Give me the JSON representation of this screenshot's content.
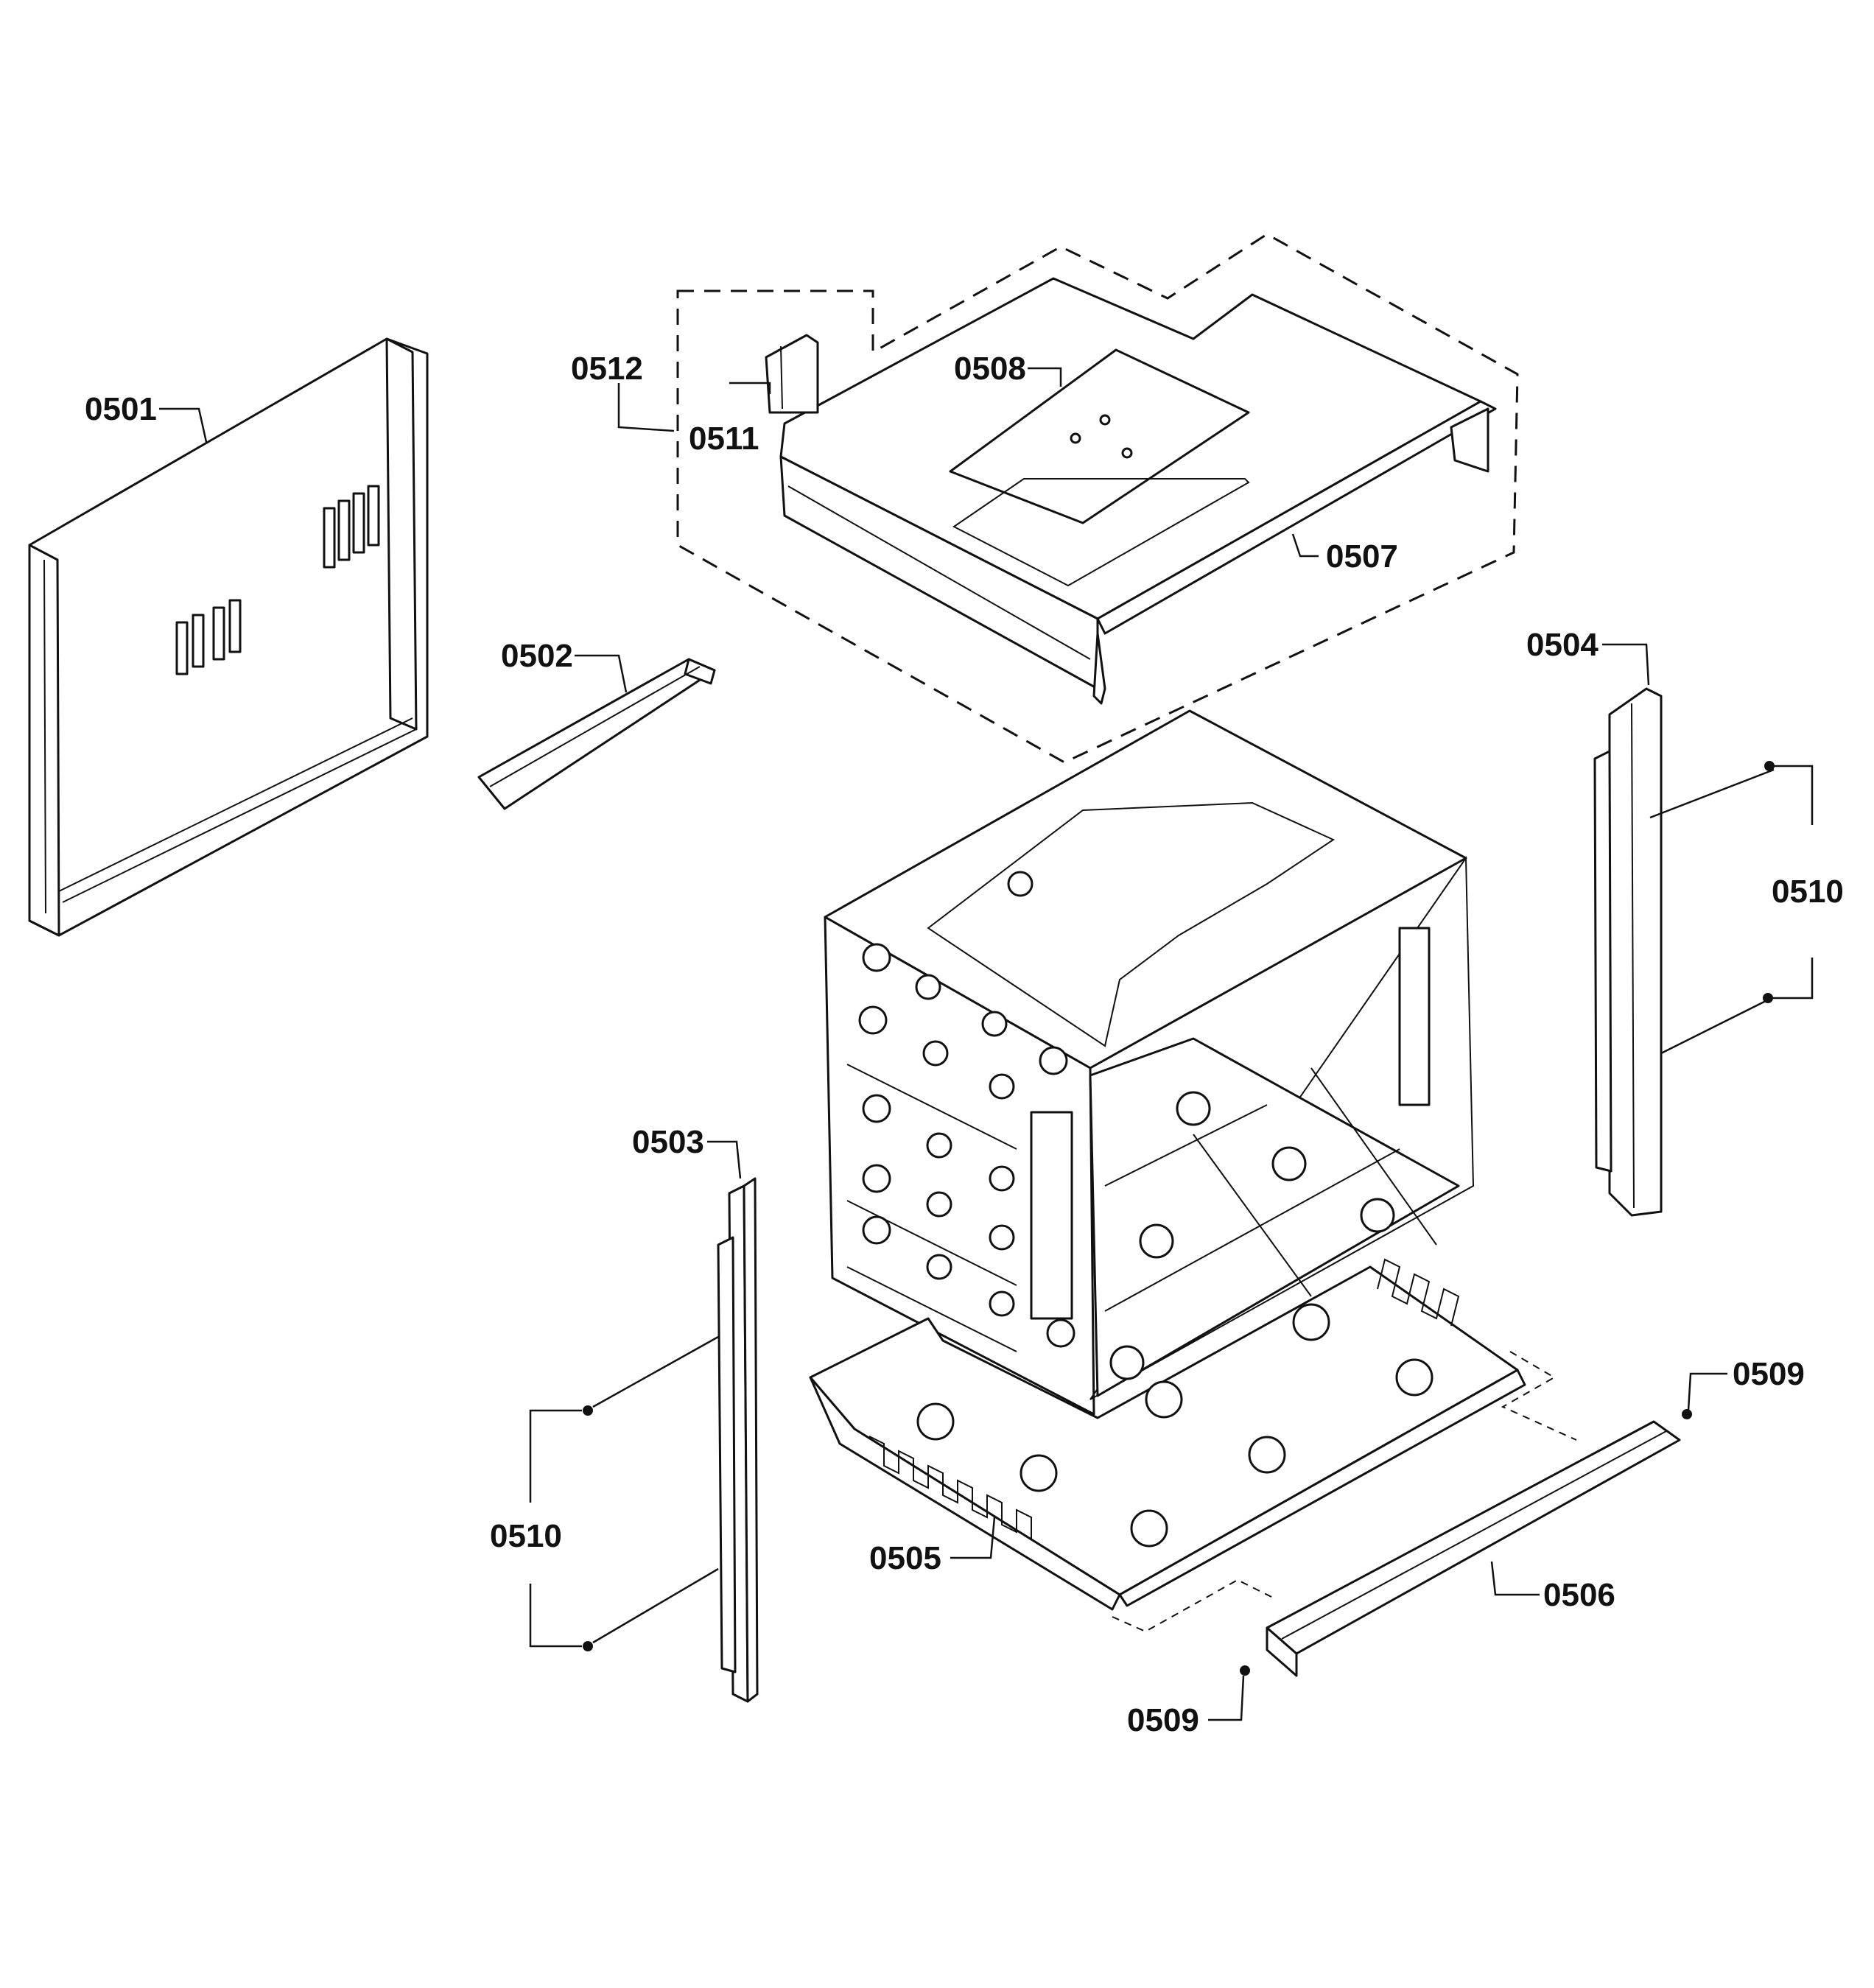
{
  "parts": [
    {
      "id": "p0501",
      "label": "0501"
    },
    {
      "id": "p0502",
      "label": "0502"
    },
    {
      "id": "p0503",
      "label": "0503"
    },
    {
      "id": "p0504",
      "label": "0504"
    },
    {
      "id": "p0505",
      "label": "0505"
    },
    {
      "id": "p0506",
      "label": "0506"
    },
    {
      "id": "p0507",
      "label": "0507"
    },
    {
      "id": "p0508",
      "label": "0508"
    },
    {
      "id": "p0509a",
      "label": "0509"
    },
    {
      "id": "p0509b",
      "label": "0509"
    },
    {
      "id": "p0510a",
      "label": "0510"
    },
    {
      "id": "p0510b",
      "label": "0510"
    },
    {
      "id": "p0511",
      "label": "0511"
    },
    {
      "id": "p0512",
      "label": "0512"
    }
  ],
  "colors": {
    "line": "#111111",
    "background": "#ffffff"
  }
}
